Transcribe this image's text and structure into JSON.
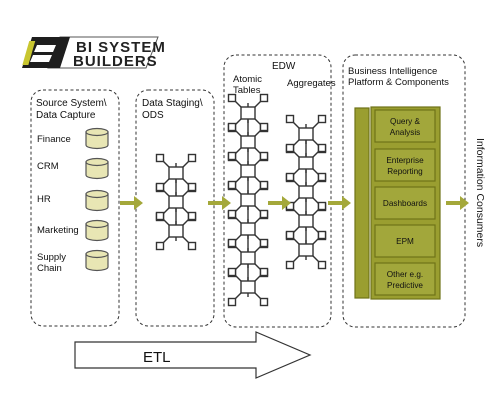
{
  "logo": {
    "line1": "BI SYSTEM",
    "line2": "BUILDERS",
    "icon": "b-monogram-logo-icon"
  },
  "source": {
    "title_line1": "Source System\\",
    "title_line2": "Data Capture",
    "items": [
      "Finance",
      "CRM",
      "HR",
      "Marketing",
      "Supply Chain"
    ],
    "supply_line1": "Supply",
    "supply_line2": "Chain"
  },
  "staging": {
    "title_line1": "Data Staging\\",
    "title_line2": "ODS"
  },
  "edw": {
    "title": "EDW",
    "atomic_line1": "Atomic",
    "atomic_line2": "Tables",
    "aggregates": "Aggregates"
  },
  "bi": {
    "title_line1": "Business Intelligence",
    "title_line2": "Platform & Components",
    "items": [
      {
        "line1": "Query &",
        "line2": "Analysis"
      },
      {
        "line1": "Enterprise",
        "line2": "Reporting"
      },
      {
        "line1": "Dashboards",
        "line2": ""
      },
      {
        "line1": "EPM",
        "line2": ""
      },
      {
        "line1": "Other e.g.",
        "line2": "Predictive"
      }
    ]
  },
  "consumers": "Information Consumers",
  "etl": "ETL",
  "colors": {
    "olive": "#9a9e30",
    "arrow": "#a4a83a",
    "db_fill": "#e8e6b4",
    "logo_dark": "#1e1e1e"
  }
}
